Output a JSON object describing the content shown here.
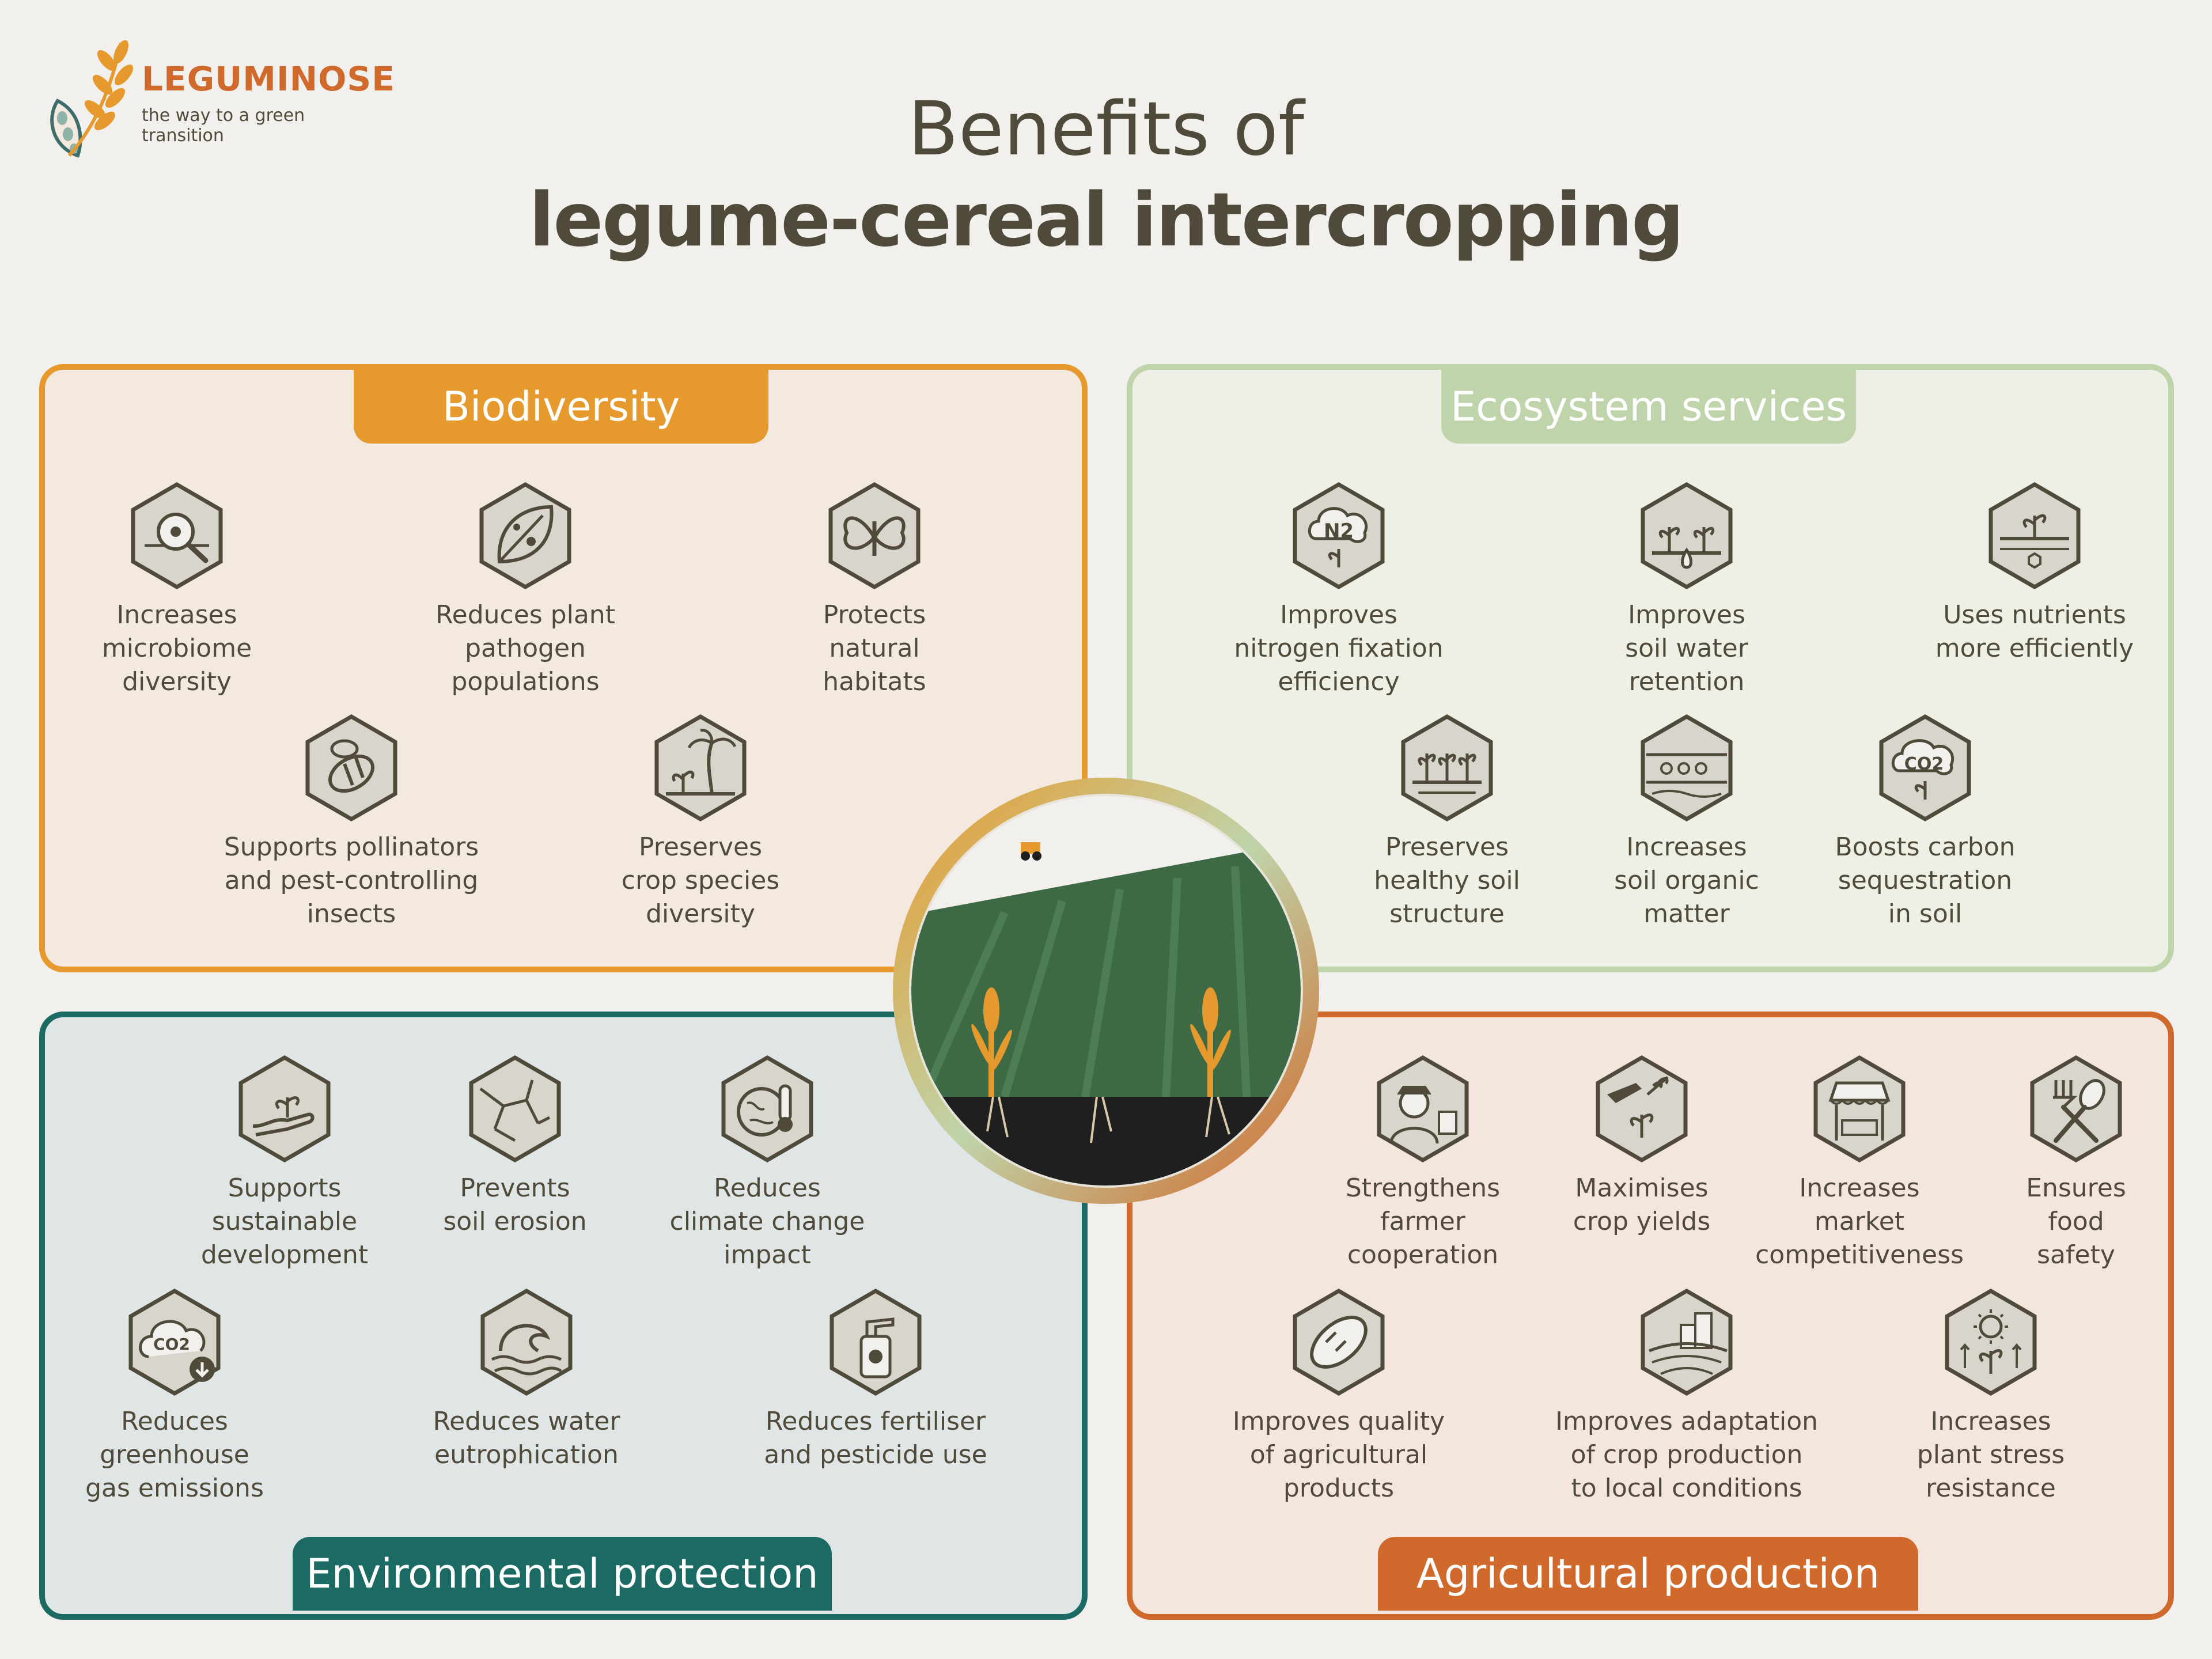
{
  "logo": {
    "name": "LEGUMINOSE",
    "tagline": "the way to a green transition"
  },
  "title": {
    "line1": "Benefits of",
    "line2": "legume-cereal intercropping"
  },
  "colors": {
    "biodiversity": "#e69a2e",
    "ecosystem": "#bfd4aa",
    "environment": "#1b6a63",
    "agriculture": "#d06a2c",
    "text": "#4f4a3a"
  },
  "panels": {
    "biodiversity": {
      "title": "Biodiversity",
      "items": [
        {
          "icon": "microscope-icon",
          "label": "Increases\nmicrobiome\ndiversity"
        },
        {
          "icon": "diseased-leaf-icon",
          "label": "Reduces plant\npathogen\npopulations"
        },
        {
          "icon": "butterfly-icon",
          "label": "Protects\nnatural\nhabitats"
        },
        {
          "icon": "bee-icon",
          "label": "Supports pollinators\nand pest-controlling\ninsects"
        },
        {
          "icon": "palm-plants-icon",
          "label": "Preserves\ncrop species\ndiversity"
        }
      ]
    },
    "ecosystem": {
      "title": "Ecosystem services",
      "items": [
        {
          "icon": "n2-cycle-icon",
          "label": "Improves\nnitrogen fixation\nefficiency"
        },
        {
          "icon": "plant-water-icon",
          "label": "Improves\nsoil water\nretention"
        },
        {
          "icon": "sprout-nutrients-icon",
          "label": "Uses nutrients\nmore efficiently"
        },
        {
          "icon": "crops-soil-icon",
          "label": "Preserves\nhealthy soil\nstructure"
        },
        {
          "icon": "soil-layers-icon",
          "label": "Increases\nsoil organic\nmatter"
        },
        {
          "icon": "co2-cycle-icon",
          "label": "Boosts carbon\nsequestration\nin soil"
        }
      ]
    },
    "environment": {
      "title": "Environmental protection",
      "items": [
        {
          "icon": "hand-sprout-icon",
          "label": "Supports\nsustainable\ndevelopment"
        },
        {
          "icon": "cracked-soil-icon",
          "label": "Prevents\nsoil erosion"
        },
        {
          "icon": "globe-thermometer-icon",
          "label": "Reduces\nclimate change\nimpact"
        },
        {
          "icon": "co2-cloud-down-icon",
          "label": "Reduces\ngreenhouse\ngas emissions"
        },
        {
          "icon": "wave-icon",
          "label": "Reduces water\neutrophication"
        },
        {
          "icon": "spray-bottle-icon",
          "label": "Reduces fertiliser\nand pesticide use"
        }
      ]
    },
    "agriculture": {
      "title": "Agricultural production",
      "items": [
        {
          "icon": "farmer-icon",
          "label": "Strengthens\nfarmer\ncooperation"
        },
        {
          "icon": "harvest-hand-icon",
          "label": "Maximises\ncrop yields"
        },
        {
          "icon": "market-stall-icon",
          "label": "Increases\nmarket\ncompetitiveness"
        },
        {
          "icon": "fork-spoon-icon",
          "label": "Ensures\nfood\nsafety"
        },
        {
          "icon": "bread-icon",
          "label": "Improves quality\nof agricultural\nproducts"
        },
        {
          "icon": "landscape-city-icon",
          "label": "Improves adaptation\nof crop production\nto local conditions"
        },
        {
          "icon": "sun-plant-icon",
          "label": "Increases\nplant stress\nresistance"
        }
      ]
    }
  }
}
